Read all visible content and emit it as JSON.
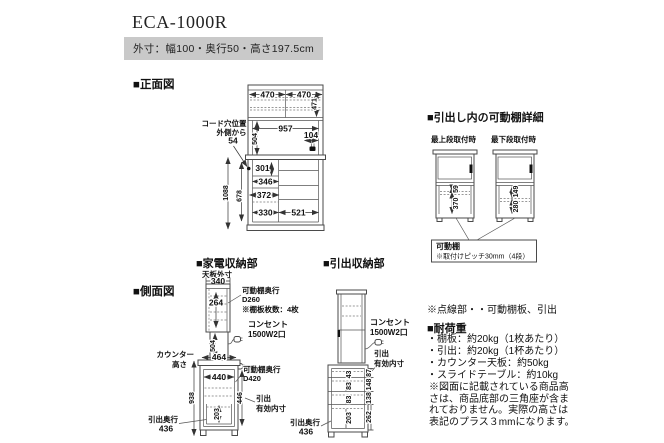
{
  "header": {
    "title": "ECA-1000R",
    "spec": "外寸：幅100・奥行50・高さ197.5cm"
  },
  "section_labels": {
    "front_view": "■正面図",
    "side_view": "■側面図",
    "appliance": "■家電収納部",
    "drawer": "■引出収納部",
    "shelf_detail": "■引出し内の可動棚詳細",
    "load": "■耐荷重"
  },
  "front_view": {
    "top_width_left": "470",
    "top_width_right": "470",
    "upper_inner_height": "471",
    "middle_width": "957",
    "middle_height": "504",
    "outlet_offset": "104",
    "cord_hole_line1": "コード穴位置",
    "cord_hole_line2": "外側から",
    "cord_hole_offset": "54",
    "lower_height": "1088",
    "lower_inner_height": "678",
    "open_height": "301",
    "slide_width": "346",
    "opening_width": "372",
    "bottom_width_left": "330",
    "bottom_width_right": "521"
  },
  "shelf_detail": {
    "label_top": "最上段取付時",
    "label_bottom": "最下段取付時",
    "top_upper": "59",
    "top_lower": "370",
    "bottom_upper": "149",
    "bottom_lower": "280",
    "callout_line1": "可動棚",
    "callout_line2": "※取付けピッチ30mm（4段）"
  },
  "appliance_view": {
    "top_panel_label": "天板外寸",
    "top_panel_depth": "340",
    "top_inner_height": "264",
    "shelf_depth_label": "可動棚奥行",
    "shelf_depth": "D260",
    "shelf_count": "※棚板枚数：4枚",
    "outlet_line1": "コンセント",
    "outlet_line2": "1500W2口",
    "mid_height": "504",
    "counter_line1": "カウンター",
    "counter_line2": "高さ",
    "counter_depth": "464",
    "lower_inner_width": "440",
    "lower_shelf_depth_label": "可動棚奥行",
    "lower_shelf_depth": "D420",
    "counter_height": "938",
    "drawer_open_height": "446",
    "drawer_label1": "引出",
    "drawer_label2": "有効内寸",
    "drawer_inner_height": "203",
    "drawer_depth_label": "引出奥行",
    "drawer_depth": "436"
  },
  "drawer_view": {
    "outlet_line1": "コンセント",
    "outlet_line2": "1500W2口",
    "effective_line1": "引出",
    "effective_line2": "有効内寸",
    "inner_heights": [
      "43",
      "83",
      "83",
      "203"
    ],
    "opening_heights": [
      "87",
      "148",
      "138",
      "262"
    ],
    "drawer_depth_label": "引出奥行",
    "drawer_depth": "436"
  },
  "notes": {
    "dotted": "※点線部・・可動棚板、引出",
    "load_items": [
      "・棚板：約20kg（1枚あたり）",
      "・引出：約20kg（1杯あたり）",
      "・カウンター天板：約50kg",
      "・スライドテーブル：約10kg"
    ],
    "height_note": [
      "※図面に記載されている商品高",
      "さは、商品底部の三角座が含ま",
      "れておりません。実際の高さは",
      "表記のプラス３mmになります。"
    ]
  },
  "colors": {
    "line": "#4a4a4a",
    "text": "#1a1a1a",
    "spec_bg": "#c9c9c9"
  }
}
